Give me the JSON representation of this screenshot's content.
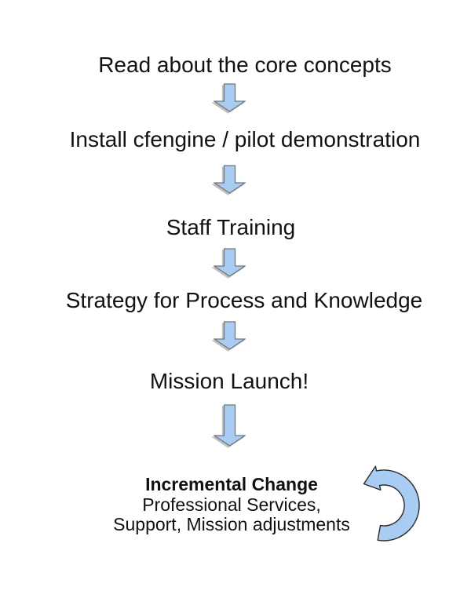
{
  "diagram": {
    "title_hint": "adoption flowchart",
    "colors": {
      "background": "#ffffff",
      "text": "#111111",
      "arrow_fill": "#a9ccf3",
      "arrow_stroke": "#767676",
      "loop_arrow_fill": "#a9ccf3",
      "loop_arrow_stroke": "#2b2b2b"
    },
    "steps": [
      {
        "label": "Read about the core concepts"
      },
      {
        "label": "Install cfengine / pilot demonstration"
      },
      {
        "label": "Staff Training"
      },
      {
        "label": "Strategy for Process and Knowledge"
      },
      {
        "label": "Mission Launch!"
      }
    ],
    "final": {
      "title": "Incremental Change",
      "line2": "Professional Services,",
      "line3": "Support, Mission adjustments"
    },
    "icons": {
      "connector": "down-arrow",
      "loop": "counterclockwise-loop-arrow"
    }
  }
}
